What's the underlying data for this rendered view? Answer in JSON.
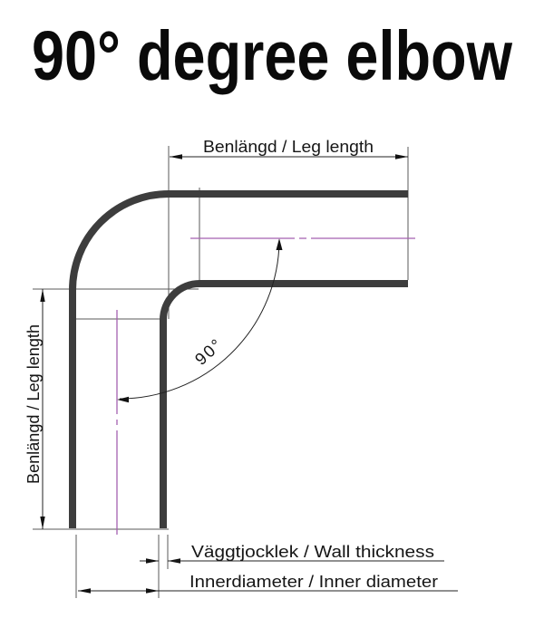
{
  "title": "90° degree elbow",
  "labels": {
    "top_leg_length": "Benlängd / Leg length",
    "left_leg_length": "Benlängd / Leg length",
    "wall_thickness": "Väggtjocklek / Wall thickness",
    "inner_diameter": "Innerdiameter / Inner diameter",
    "bend_angle": "90°"
  },
  "colors": {
    "pipe": "#3d3d3d",
    "centerline": "#a560b0"
  }
}
